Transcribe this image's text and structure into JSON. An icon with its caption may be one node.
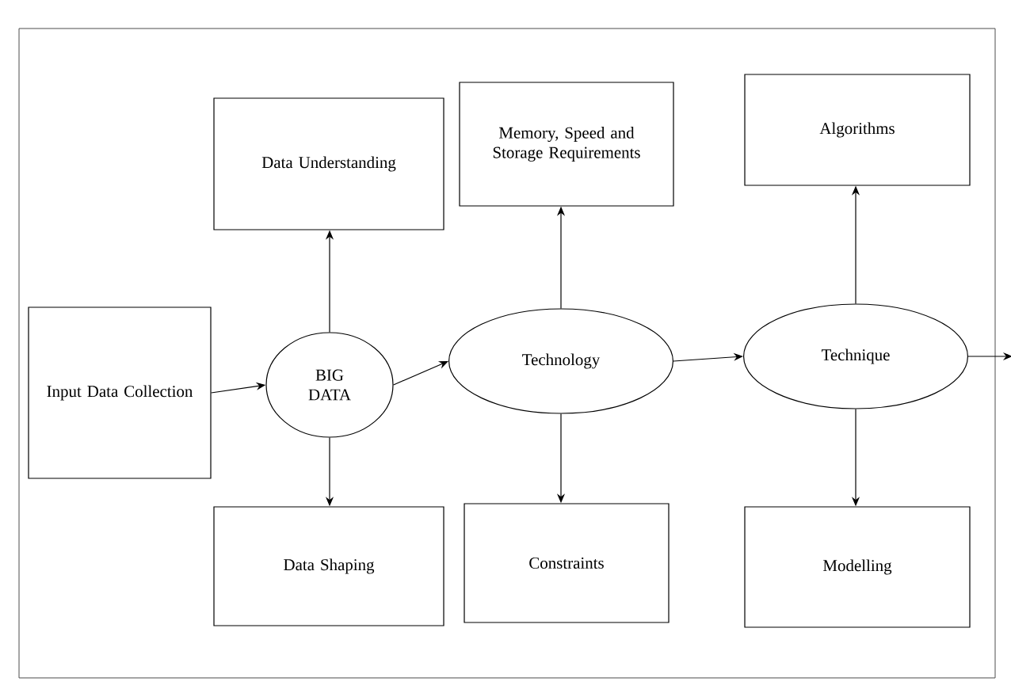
{
  "diagram": {
    "nodes": [
      {
        "text": [
          "Input Data Collection"
        ]
      },
      {
        "text": [
          "BIG DATA"
        ]
      },
      {
        "text": [
          "Data Understanding"
        ]
      },
      {
        "text": [
          "Data Shaping"
        ]
      },
      {
        "text": [
          "Technology"
        ]
      },
      {
        "text": [
          "Memory, Speed and Storage Requirements"
        ]
      },
      {
        "text": [
          "Constraints"
        ]
      },
      {
        "text": [
          "Technique"
        ]
      },
      {
        "text": [
          "Algorithms"
        ]
      },
      {
        "text": [
          "Modelling"
        ]
      }
    ],
    "edges": [
      {
        "from": 0,
        "to": 1,
        "arrow": "to"
      },
      {
        "from": 1,
        "to": 2,
        "arrow": "to"
      },
      {
        "from": 1,
        "to": 3,
        "arrow": "to"
      },
      {
        "from": 1,
        "to": 4,
        "arrow": "to"
      },
      {
        "from": 4,
        "to": 5,
        "arrow": "to"
      },
      {
        "from": 4,
        "to": 6,
        "arrow": "to"
      },
      {
        "from": 4,
        "to": 7,
        "arrow": "to"
      },
      {
        "from": 7,
        "to": 8,
        "arrow": "to"
      },
      {
        "from": 7,
        "to": 9,
        "arrow": "to"
      },
      {
        "from": 7,
        "to": null,
        "arrow": "to"
      }
    ]
  }
}
